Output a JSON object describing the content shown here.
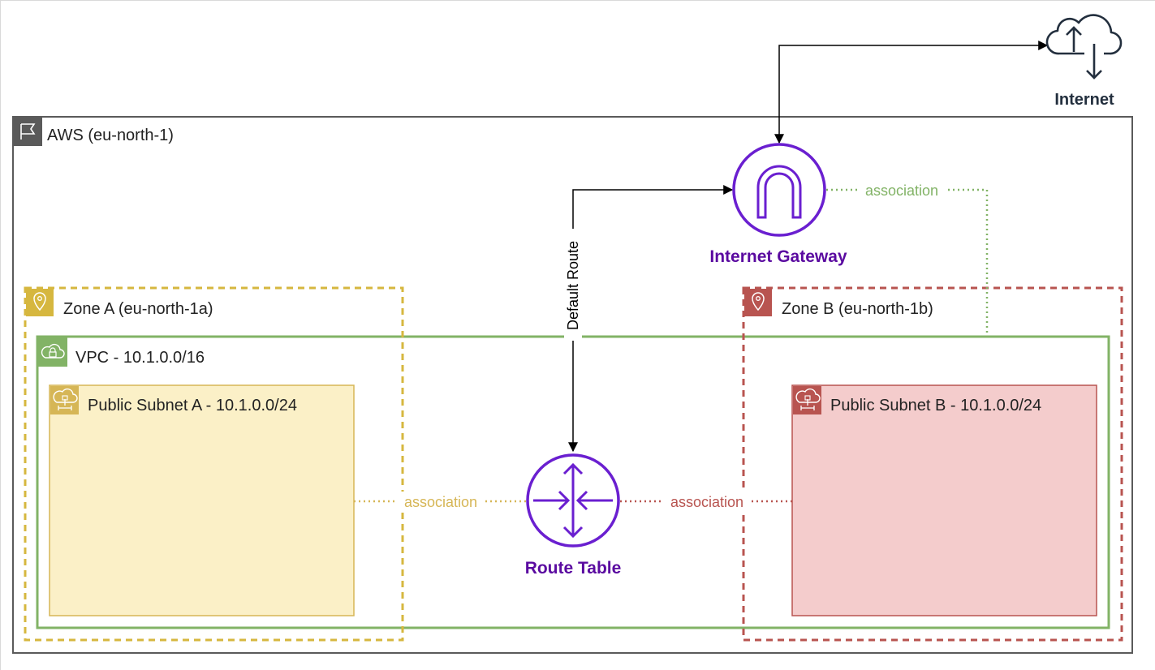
{
  "internet": {
    "label": "Internet"
  },
  "aws_region": {
    "label": "AWS (eu-north-1)"
  },
  "internet_gateway": {
    "label": "Internet Gateway"
  },
  "route_table": {
    "label": "Route Table"
  },
  "zone_a": {
    "label": "Zone A (eu-north-1a)"
  },
  "zone_b": {
    "label": "Zone B (eu-north-1b)"
  },
  "vpc": {
    "label": "VPC - 10.1.0.0/16"
  },
  "subnet_a": {
    "label": "Public Subnet A - 10.1.0.0/24"
  },
  "subnet_b": {
    "label": "Public Subnet B - 10.1.0.0/24"
  },
  "edges": {
    "default_route": "Default Route",
    "assoc_igw": "association",
    "assoc_subnet_a": "association",
    "assoc_subnet_b": "association"
  },
  "colors": {
    "aws_border": "#5a5a5a",
    "zone_a": "#d6b73f",
    "zone_b": "#b85450",
    "vpc": "#82b366",
    "subnet_a_fill": "#fbf0c7",
    "subnet_a_stroke": "#d6b656",
    "subnet_b_fill": "#f4cccc",
    "subnet_b_stroke": "#b85450",
    "purple": "#5a0aa0",
    "icon_purple": "#6a1fd0",
    "assoc_green": "#82b366",
    "assoc_yellow": "#d6b656",
    "assoc_red": "#b85450"
  },
  "icons": {
    "internet": "cloud-upload-download-icon",
    "region": "flag-icon",
    "zone": "location-pin-icon",
    "vpc": "cloud-lock-icon",
    "subnet": "cloud-network-icon",
    "gateway": "internet-gateway-icon",
    "route_table": "router-icon"
  }
}
